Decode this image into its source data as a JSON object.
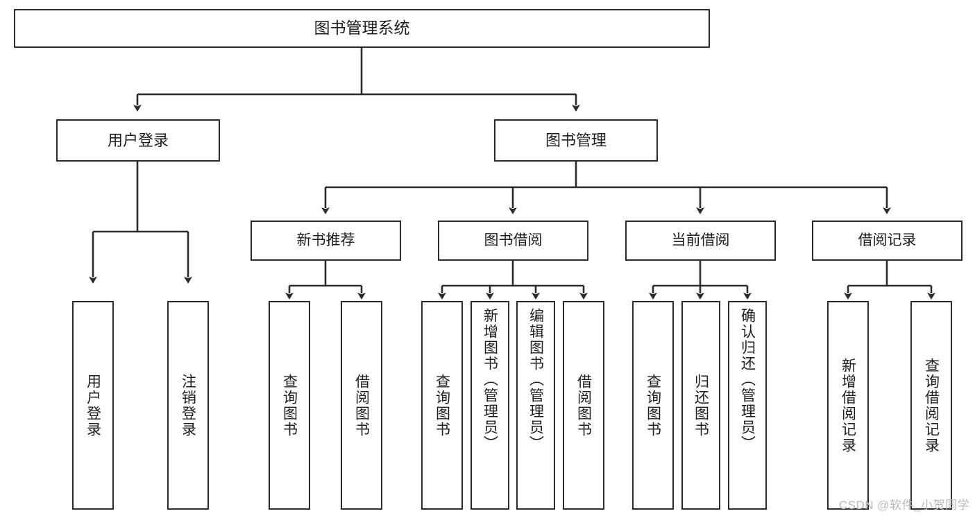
{
  "diagram": {
    "type": "tree-hierarchy",
    "title": "图书管理系统",
    "root": {
      "label": "图书管理系统"
    },
    "level2": [
      {
        "id": "user-login",
        "label": "用户登录"
      },
      {
        "id": "book-manage",
        "label": "图书管理"
      }
    ],
    "level3": [
      {
        "id": "new-book-recommend",
        "label": "新书推荐",
        "parent": "book-manage"
      },
      {
        "id": "book-borrow",
        "label": "图书借阅",
        "parent": "book-manage"
      },
      {
        "id": "current-borrow",
        "label": "当前借阅",
        "parent": "book-manage"
      },
      {
        "id": "borrow-record",
        "label": "借阅记录",
        "parent": "book-manage"
      }
    ],
    "leaves": [
      {
        "id": "leaf-user-login",
        "label": "用户登录",
        "parent": "user-login"
      },
      {
        "id": "leaf-logout-login",
        "label": "注销登录",
        "parent": "user-login"
      },
      {
        "id": "leaf-query-book-1",
        "label": "查询图书",
        "parent": "new-book-recommend"
      },
      {
        "id": "leaf-borrow-book-1",
        "label": "借阅图书",
        "parent": "new-book-recommend"
      },
      {
        "id": "leaf-query-book-2",
        "label": "查询图书",
        "parent": "book-borrow"
      },
      {
        "id": "leaf-add-book",
        "label": "新增图书（管理员）",
        "parent": "book-borrow"
      },
      {
        "id": "leaf-edit-book",
        "label": "编辑图书（管理员）",
        "parent": "book-borrow"
      },
      {
        "id": "leaf-borrow-book-2",
        "label": "借阅图书",
        "parent": "book-borrow"
      },
      {
        "id": "leaf-query-book-3",
        "label": "查询图书",
        "parent": "current-borrow"
      },
      {
        "id": "leaf-return-book",
        "label": "归还图书",
        "parent": "current-borrow"
      },
      {
        "id": "leaf-confirm-return",
        "label": "确认归还（管理员）",
        "parent": "current-borrow"
      },
      {
        "id": "leaf-add-record",
        "label": "新增借阅记录",
        "parent": "borrow-record"
      },
      {
        "id": "leaf-query-record",
        "label": "查询借阅记录",
        "parent": "borrow-record"
      }
    ]
  },
  "watermark": {
    "text": "CSDN @软件_小贺同学"
  },
  "colors": {
    "stroke": "#2b2b2b",
    "background": "#ffffff",
    "text": "#1d1d1d",
    "watermark": "#b9b9b9"
  }
}
